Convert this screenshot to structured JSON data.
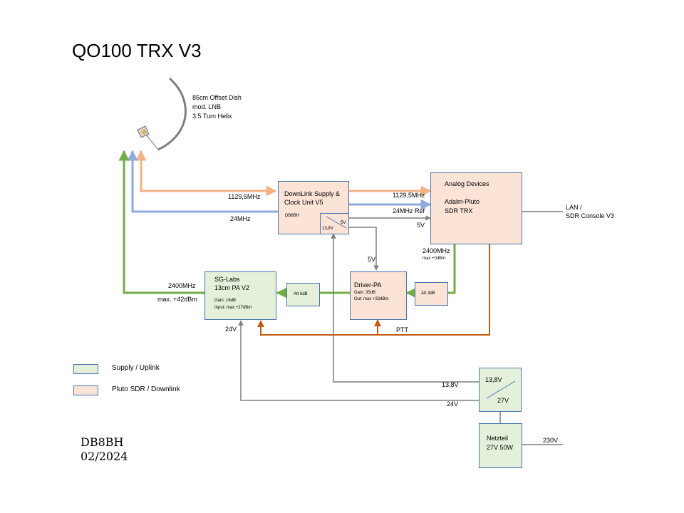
{
  "title": "QO100  TRX V3",
  "dish": {
    "lines": [
      "85cm Offset Dish",
      "mod. LNB",
      "3.5 Turn Helix"
    ]
  },
  "downlink_unit": {
    "line1": "DownLink Supply &",
    "line2": "Clock Unit  V5",
    "callsign": "DB8BH",
    "reg_in": "13,8V",
    "reg_out": "5V"
  },
  "pluto": {
    "line1": "Analog Devices",
    "line2": "Adalm-Pluto",
    "line3": "SDR TRX"
  },
  "pa": {
    "line1": "SG-Labs",
    "line2": "13cm PA V2",
    "gain": "Gain: 16dB",
    "input": "Input: max +27dBm"
  },
  "att6": {
    "label": "Att  6dB"
  },
  "driver": {
    "line1": "Driver-PA",
    "gain": "Gain: 35dB",
    "out": "Out: max +32dBm"
  },
  "att3": {
    "label": "Att  3dB"
  },
  "regulator": {
    "in": "13,8V",
    "out": "27V"
  },
  "psu": {
    "line1": "Netzteil",
    "line2": "27V 50W"
  },
  "labels": {
    "lnb_freq": "1129,5MHz",
    "ref_left": "24MHz",
    "if_right": "1129,5MHz",
    "ref_right": "24MHz Ref",
    "pluto_5v": "5V",
    "driver_5v": "5V",
    "tx_freq": "2400MHz",
    "tx_max": "max +0dBm",
    "pa_freq": "2400MHz",
    "pa_max": "max. +42dBm",
    "pa_24v": "24V",
    "ptt": "PTT",
    "lan1": "LAN /",
    "lan2": "SDR Console V3",
    "reg_13v8": "13,8V",
    "reg_24v": "24V",
    "mains": "230V"
  },
  "legend": [
    {
      "label": "Supply / Uplink",
      "color": "#e4f0da"
    },
    {
      "label": "Pluto SDR / Downlink",
      "color": "#fbe3d6"
    }
  ],
  "footer": {
    "callsign": "DB8BH",
    "date": "02/2024"
  },
  "colors": {
    "uplink": "#70ad47",
    "downlink": "#f4b183",
    "reference": "#8faadc",
    "supply": "#7f7f7f",
    "ptt": "#c55a11",
    "box_border": "#4a74b0"
  }
}
